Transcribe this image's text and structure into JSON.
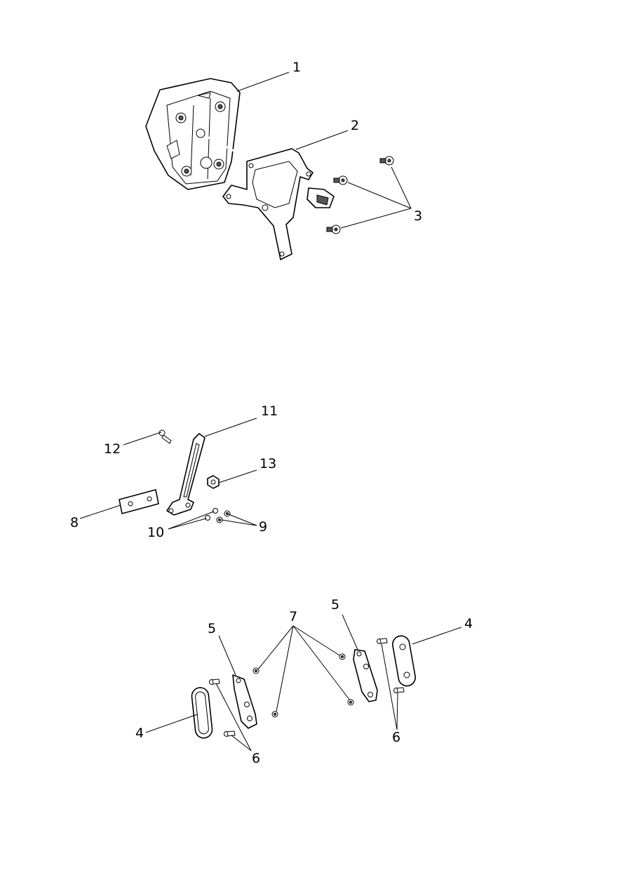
{
  "callouts": {
    "c1": "1",
    "c2": "2",
    "c3": "3",
    "c4a": "4",
    "c4b": "4",
    "c5a": "5",
    "c5b": "5",
    "c6a": "6",
    "c6b": "6",
    "c7": "7",
    "c8": "8",
    "c9": "9",
    "c10": "10",
    "c11": "11",
    "c12": "12",
    "c13": "13"
  }
}
